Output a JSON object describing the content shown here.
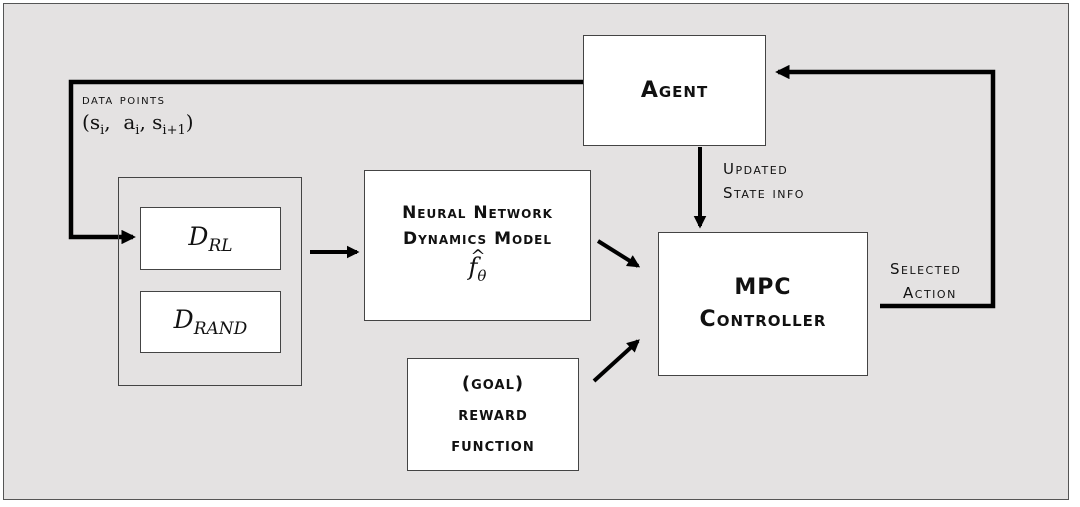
{
  "agent": {
    "label": "Agent"
  },
  "data_points": {
    "label": "data points",
    "tuple": {
      "s": "s",
      "i": "i",
      "a": "a",
      "sep": ",",
      "i1": "i+1",
      "open": "(",
      "close": ")"
    }
  },
  "updated_state": {
    "line1": "Updated",
    "line2": "State info"
  },
  "d_rl": {
    "base": "D",
    "sub": "RL"
  },
  "d_rand": {
    "base": "D",
    "sub": "RAND"
  },
  "nn_model": {
    "line1": "Neural Network",
    "line2": "Dynamics Model",
    "symbol_base": "f",
    "symbol_hat": "^",
    "symbol_sub": "θ"
  },
  "mpc": {
    "line1": "MPC",
    "line2": "Controller"
  },
  "reward": {
    "line1": "(goal)",
    "line2": "reward",
    "line3": "function"
  },
  "selected_action": {
    "line1": "Selected",
    "line2": "Action"
  },
  "colors": {
    "background": "#e4e2e2",
    "box": "#ffffff",
    "stroke": "#000000"
  }
}
